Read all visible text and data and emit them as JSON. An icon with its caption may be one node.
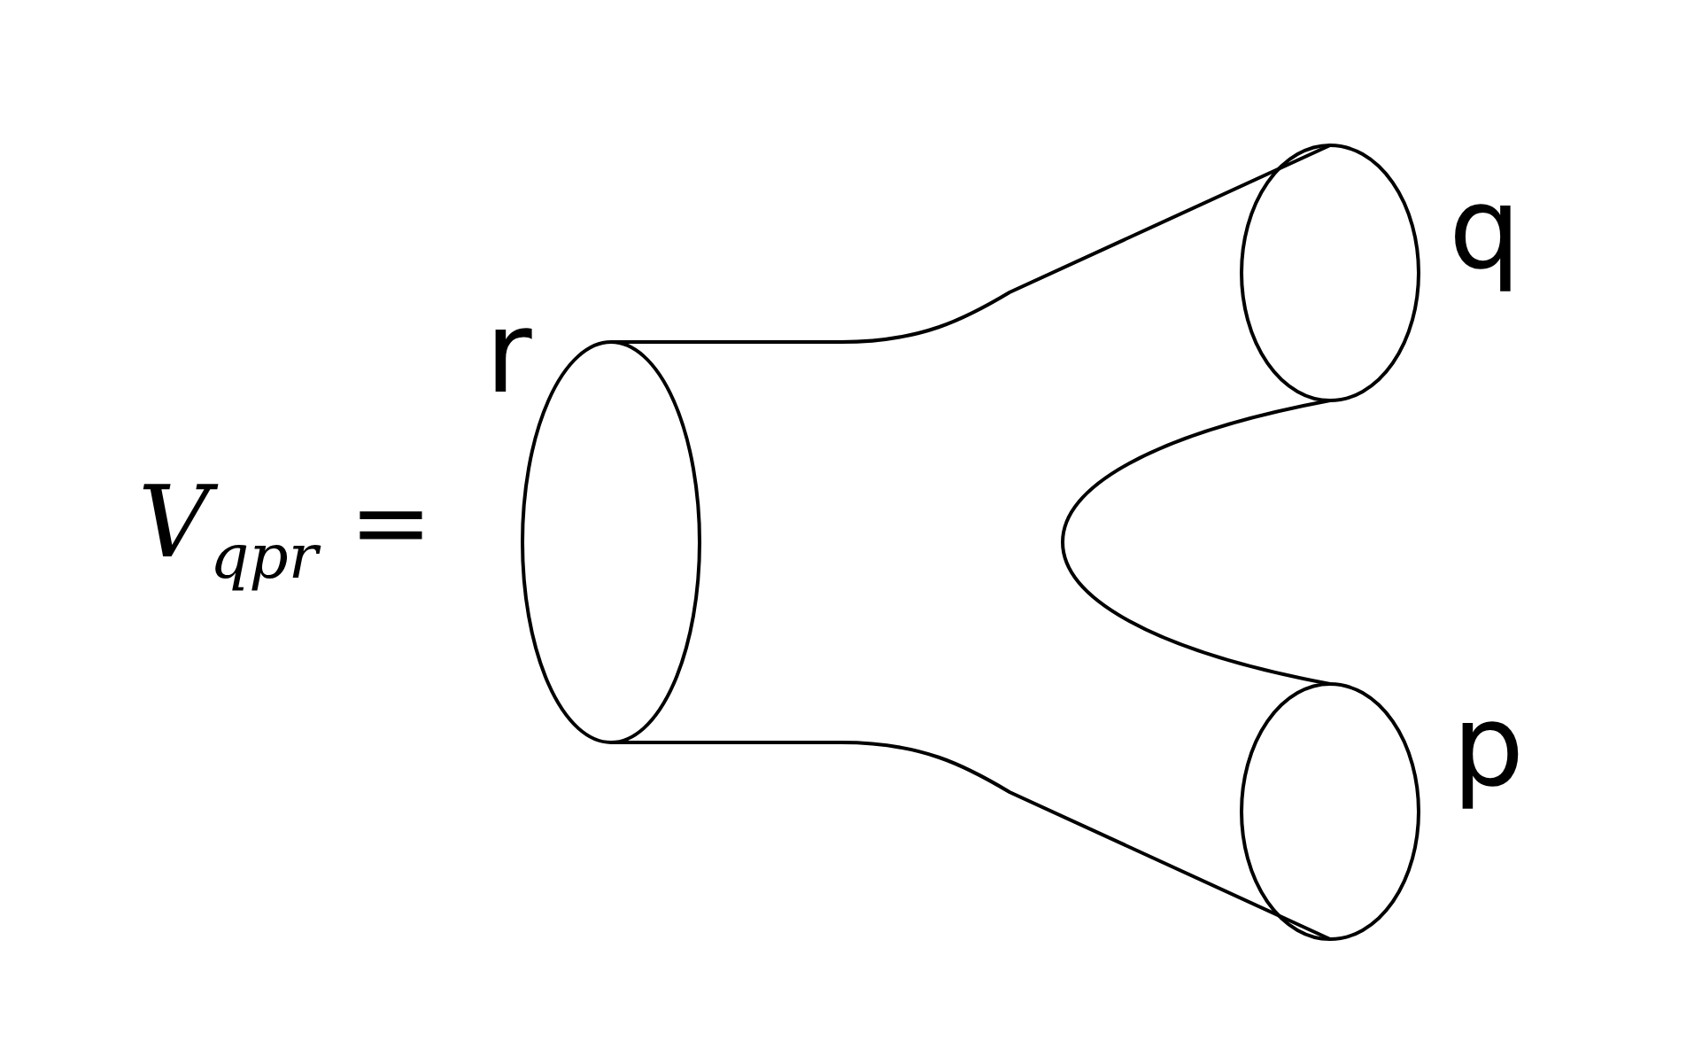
{
  "diagram": {
    "labels": [
      "*V*$_{qpr}$ =",
      "r",
      "q",
      "p"
    ]
  }
}
